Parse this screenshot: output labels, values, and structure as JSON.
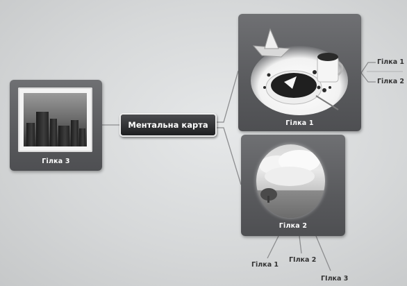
{
  "central": {
    "label": "Ментальна карта"
  },
  "branches": {
    "top": {
      "label": "Гілка 1",
      "children": [
        "Гілка 1",
        "Гілка 2"
      ]
    },
    "bottom": {
      "label": "Гілка 2",
      "children": [
        "Гілка 1",
        "ГІлка 2",
        "ГІлка 3"
      ]
    },
    "left": {
      "label": "Гілка 3"
    }
  },
  "colors": {
    "card": "#5c5d60",
    "central": "#2a2b2d",
    "link": "#8c8d8f"
  }
}
